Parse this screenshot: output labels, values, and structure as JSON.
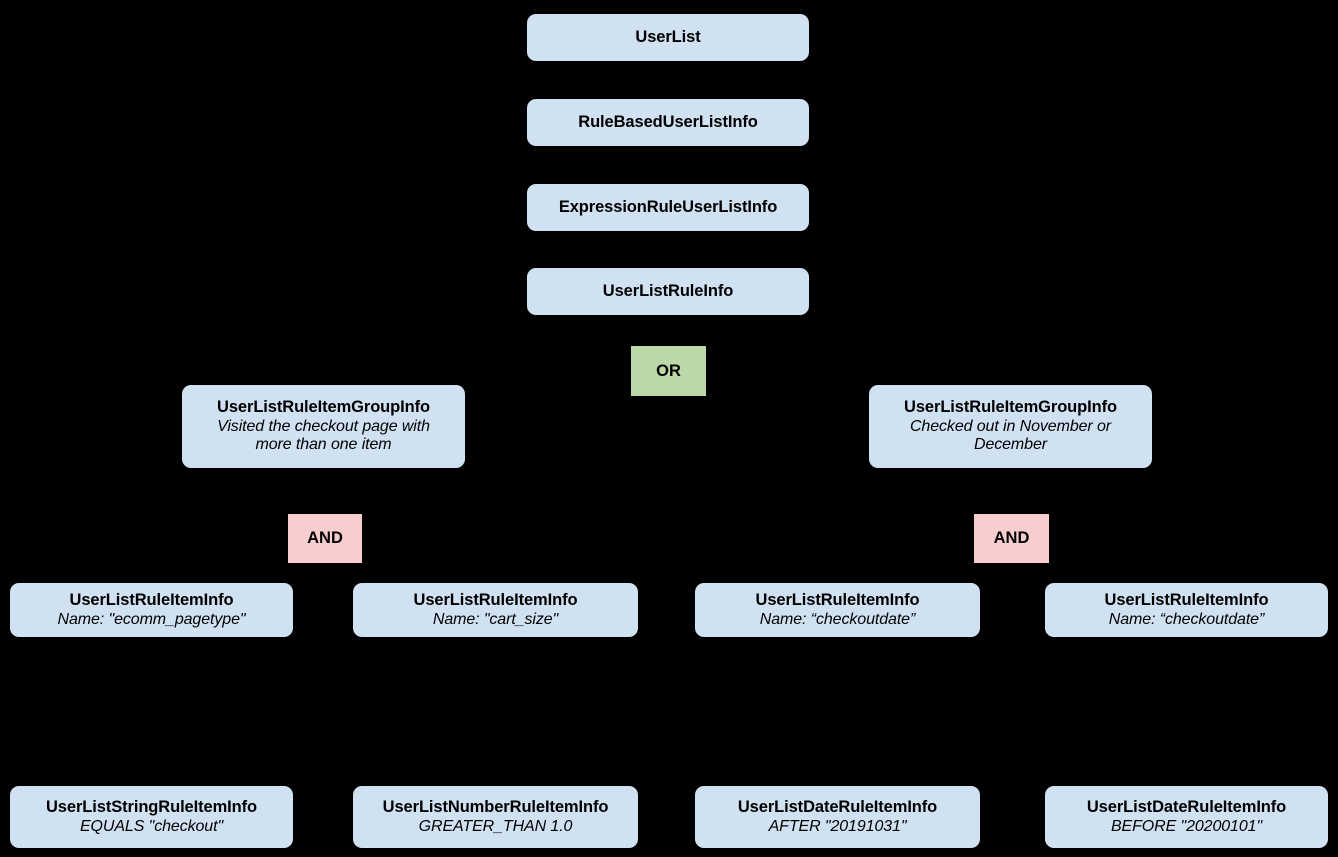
{
  "diagram": {
    "type": "hierarchy-tree",
    "background_color": "#000000",
    "node_color": "#d0e1f2",
    "or_badge_color": "#bcd8a8",
    "and_badge_color": "#f7cdcd",
    "text_color": "#000000"
  },
  "spine": [
    {
      "title": "UserList"
    },
    {
      "title": "RuleBasedUserListInfo"
    },
    {
      "title": "ExpressionRuleUserListInfo"
    },
    {
      "title": "UserListRuleInfo"
    }
  ],
  "operators": {
    "or": "OR",
    "and_left": "AND",
    "and_right": "AND"
  },
  "groups": [
    {
      "title": "UserListRuleItemGroupInfo",
      "subtitle": "Visited the checkout page with more than one item"
    },
    {
      "title": "UserListRuleItemGroupInfo",
      "subtitle": "Checked out in November or December"
    }
  ],
  "rule_items": [
    {
      "title": "UserListRuleItemInfo",
      "subtitle": "Name: \"ecomm_pagetype\""
    },
    {
      "title": "UserListRuleItemInfo",
      "subtitle": "Name: \"cart_size\""
    },
    {
      "title": "UserListRuleItemInfo",
      "subtitle": "Name: “checkoutdate”"
    },
    {
      "title": "UserListRuleItemInfo",
      "subtitle": "Name: “checkoutdate”"
    }
  ],
  "leaf_items": [
    {
      "title": "UserListStringRuleItemInfo",
      "subtitle": "EQUALS \"checkout\""
    },
    {
      "title": "UserListNumberRuleItemInfo",
      "subtitle": "GREATER_THAN 1.0"
    },
    {
      "title": "UserListDateRuleItemInfo",
      "subtitle": "AFTER \"20191031\""
    },
    {
      "title": "UserListDateRuleItemInfo",
      "subtitle": "BEFORE \"20200101\""
    }
  ]
}
